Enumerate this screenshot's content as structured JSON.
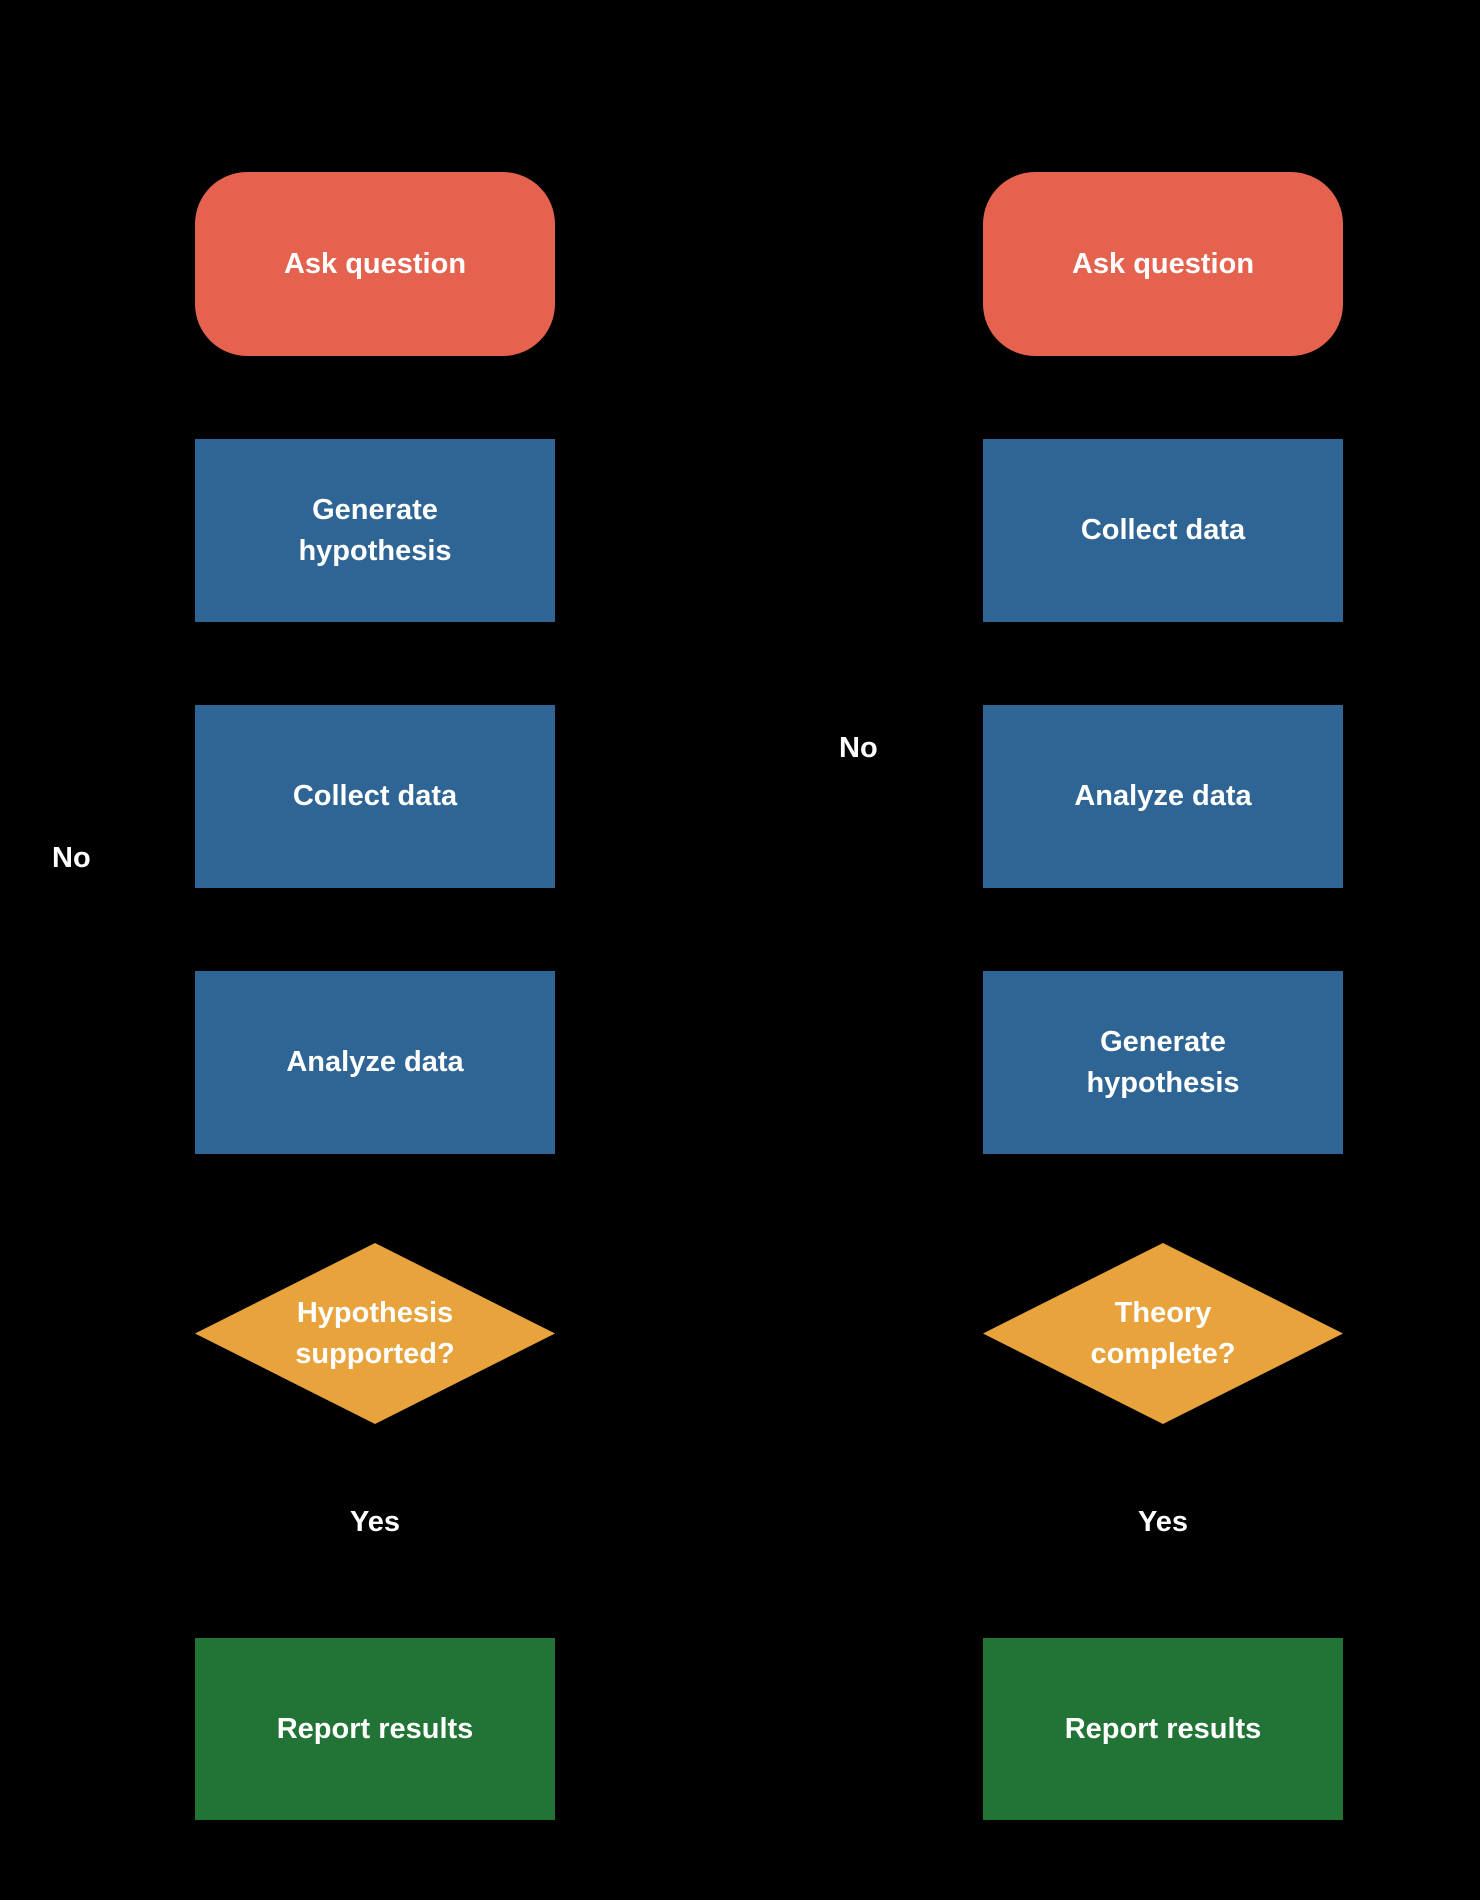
{
  "diagram": {
    "kind": "flowchart",
    "background": "#000000"
  },
  "colors": {
    "bg": "#000000",
    "start": "#E5624F",
    "process": "#2F6594",
    "decision": "#E8A33D",
    "terminal": "#227436",
    "text": "#FFFFFF"
  },
  "columns": [
    {
      "side": "left",
      "nodes": [
        {
          "kind": "start",
          "label": "Ask question"
        },
        {
          "kind": "process",
          "label": "Generate\nhypothesis"
        },
        {
          "kind": "process",
          "label": "Collect data"
        },
        {
          "kind": "process",
          "label": "Analyze data"
        },
        {
          "kind": "decision",
          "label": "Hypothesis\nsupported?"
        },
        {
          "kind": "terminal",
          "label": "Report results"
        }
      ],
      "no_label": "No",
      "yes_label": "Yes"
    },
    {
      "side": "right",
      "nodes": [
        {
          "kind": "start",
          "label": "Ask question"
        },
        {
          "kind": "process",
          "label": "Collect data"
        },
        {
          "kind": "process",
          "label": "Analyze data"
        },
        {
          "kind": "process",
          "label": "Generate\nhypothesis"
        },
        {
          "kind": "decision",
          "label": "Theory\ncomplete?"
        },
        {
          "kind": "terminal",
          "label": "Report results"
        }
      ],
      "no_label": "No",
      "yes_label": "Yes"
    }
  ]
}
